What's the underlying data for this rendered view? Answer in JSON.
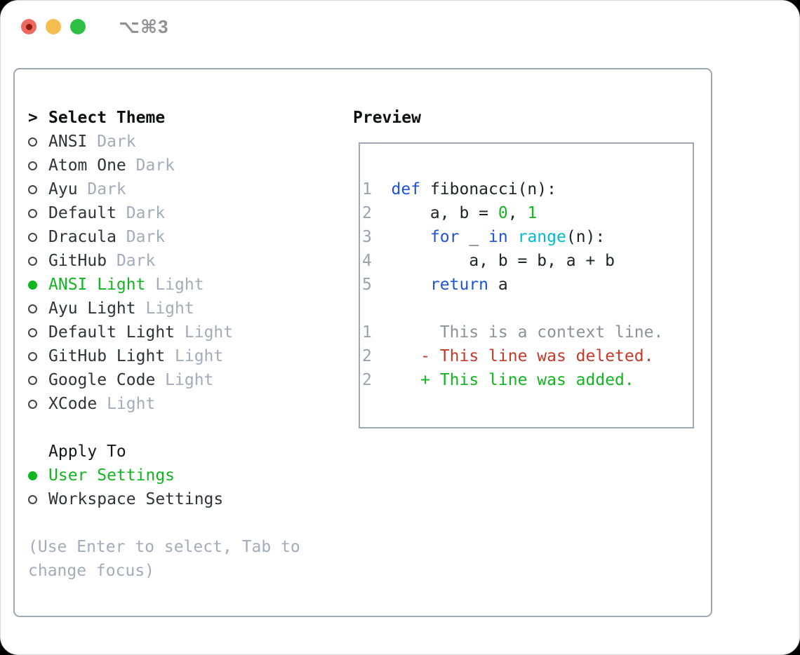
{
  "titlebar": {
    "shortcut": "⌥⌘3",
    "buttons": [
      "close",
      "minimize",
      "zoom"
    ]
  },
  "theme_select": {
    "prompt": ">",
    "title": "Select Theme",
    "items": [
      {
        "name": "ANSI",
        "variant": "Dark",
        "selected": false
      },
      {
        "name": "Atom One",
        "variant": "Dark",
        "selected": false
      },
      {
        "name": "Ayu",
        "variant": "Dark",
        "selected": false
      },
      {
        "name": "Default",
        "variant": "Dark",
        "selected": false
      },
      {
        "name": "Dracula",
        "variant": "Dark",
        "selected": false
      },
      {
        "name": "GitHub",
        "variant": "Dark",
        "selected": false
      },
      {
        "name": "ANSI Light",
        "variant": "Light",
        "selected": true
      },
      {
        "name": "Ayu Light",
        "variant": "Light",
        "selected": false
      },
      {
        "name": "Default Light",
        "variant": "Light",
        "selected": false
      },
      {
        "name": "GitHub Light",
        "variant": "Light",
        "selected": false
      },
      {
        "name": "Google Code",
        "variant": "Light",
        "selected": false
      },
      {
        "name": "XCode",
        "variant": "Light",
        "selected": false
      }
    ]
  },
  "apply_to": {
    "title": "Apply To",
    "options": [
      {
        "label": "User Settings",
        "selected": true
      },
      {
        "label": "Workspace Settings",
        "selected": false
      }
    ]
  },
  "help_lines": [
    "(Use Enter to select, Tab to",
    "change focus)"
  ],
  "preview": {
    "title": "Preview",
    "lines": [
      [
        {
          "t": "1  ",
          "c": "num"
        },
        {
          "t": "def",
          "c": "kw"
        },
        {
          "t": " fibonacci(n):",
          "c": "plain"
        }
      ],
      [
        {
          "t": "2  ",
          "c": "num"
        },
        {
          "t": "    a, b = ",
          "c": "plain"
        },
        {
          "t": "0",
          "c": "numlit"
        },
        {
          "t": ", ",
          "c": "plain"
        },
        {
          "t": "1",
          "c": "numlit"
        }
      ],
      [
        {
          "t": "3  ",
          "c": "num"
        },
        {
          "t": "    ",
          "c": "plain"
        },
        {
          "t": "for",
          "c": "kw"
        },
        {
          "t": " _ ",
          "c": "plain"
        },
        {
          "t": "in",
          "c": "kw"
        },
        {
          "t": " ",
          "c": "plain"
        },
        {
          "t": "range",
          "c": "builtin"
        },
        {
          "t": "(n):",
          "c": "plain"
        }
      ],
      [
        {
          "t": "4  ",
          "c": "num"
        },
        {
          "t": "        a, b = b, a + b",
          "c": "plain"
        }
      ],
      [
        {
          "t": "5  ",
          "c": "num"
        },
        {
          "t": "    ",
          "c": "plain"
        },
        {
          "t": "return",
          "c": "kw"
        },
        {
          "t": " a",
          "c": "plain"
        }
      ],
      [],
      [
        {
          "t": "1",
          "c": "num"
        },
        {
          "t": "       ",
          "c": "plain"
        },
        {
          "t": "This is a context line.",
          "c": "ctx"
        }
      ],
      [
        {
          "t": "2",
          "c": "num"
        },
        {
          "t": "     ",
          "c": "plain"
        },
        {
          "t": "- This line was deleted.",
          "c": "del"
        }
      ],
      [
        {
          "t": "2",
          "c": "num"
        },
        {
          "t": "     ",
          "c": "plain"
        },
        {
          "t": "+ This line was added.",
          "c": "add"
        }
      ]
    ]
  },
  "colors": {
    "accent_green": "#14b522",
    "deleted_red": "#c43a28",
    "keyword_blue": "#1d53da",
    "builtin_cyan": "#00bcca",
    "muted_gray": "#a2acba",
    "border_gray": "#9fa7b2"
  }
}
